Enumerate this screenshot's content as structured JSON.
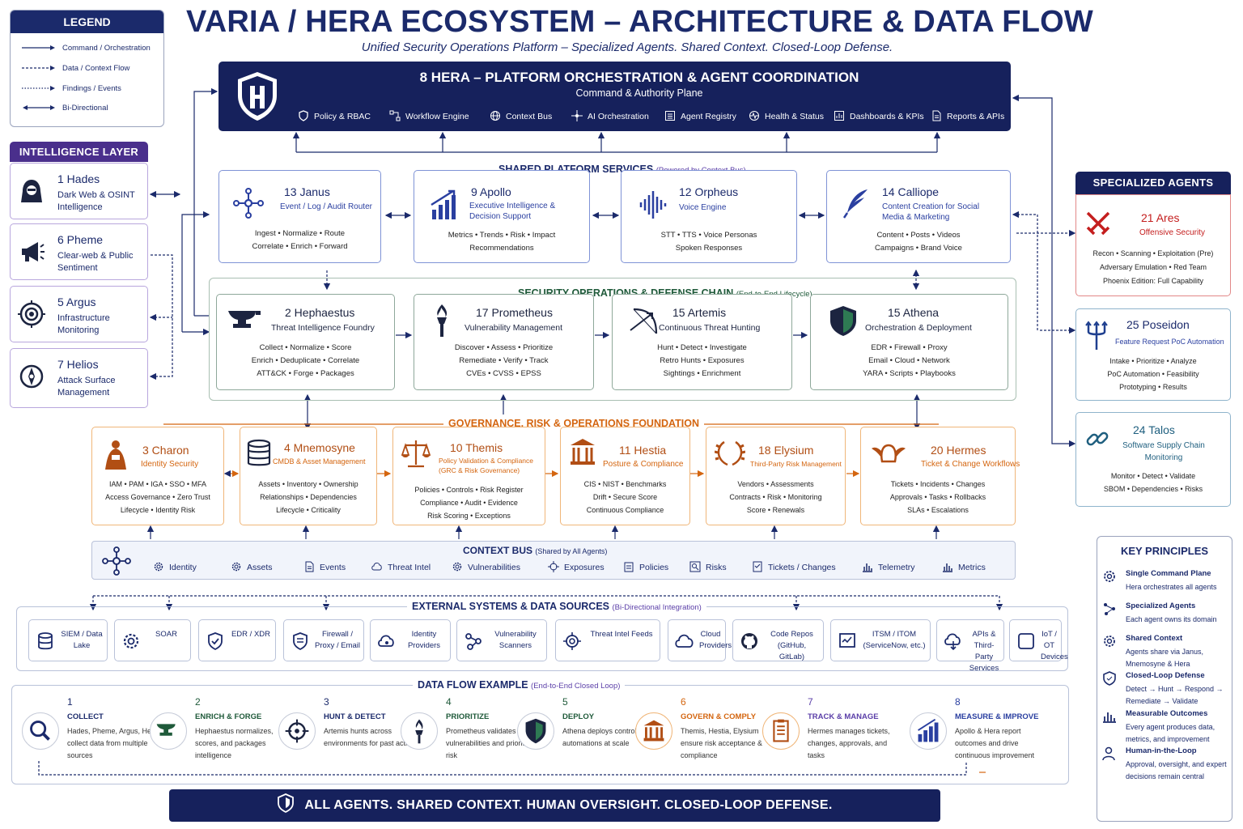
{
  "title": "VARIA / HERA ECOSYSTEM – ARCHITECTURE & DATA FLOW",
  "subtitle": "Unified Security Operations Platform – Specialized Agents. Shared Context. Closed-Loop Defense.",
  "legend": {
    "heading": "LEGEND",
    "items": [
      "Command / Orchestration",
      "Data / Context Flow",
      "Findings / Events",
      "Bi-Directional"
    ]
  },
  "intelligence": {
    "heading": "INTELLIGENCE LAYER",
    "cards": [
      {
        "name": "1  Hades",
        "desc": "Dark Web & OSINT Intelligence"
      },
      {
        "name": "6  Pheme",
        "desc": "Clear-web & Public Sentiment"
      },
      {
        "name": "5  Argus",
        "desc": "Infrastructure Monitoring"
      },
      {
        "name": "7  Helios",
        "desc": "Attack Surface Management"
      }
    ]
  },
  "hera": {
    "title": "8  HERA – PLATFORM ORCHESTRATION & AGENT COORDINATION",
    "subtitle": "Command & Authority Plane",
    "features": [
      "Policy & RBAC",
      "Workflow Engine",
      "Context Bus",
      "AI Orchestration",
      "Agent Registry",
      "Health & Status",
      "Dashboards & KPIs",
      "Reports & APIs"
    ]
  },
  "shared": {
    "label": "SHARED PLATFORM SERVICES",
    "note": "(Powered by Context Bus)",
    "cards": [
      {
        "name": "13  Janus",
        "sub": "Event / Log / Audit Router",
        "tags": [
          "Ingest  •  Normalize  •  Route",
          "Correlate  •  Enrich  •  Forward"
        ]
      },
      {
        "name": "9  Apollo",
        "sub": "Executive Intelligence & Decision Support",
        "tags": [
          "Metrics  •  Trends  •  Risk  •  Impact",
          "Recommendations"
        ]
      },
      {
        "name": "12  Orpheus",
        "sub": "Voice Engine",
        "tags": [
          "STT  •  TTS  •  Voice Personas",
          "Spoken Responses"
        ]
      },
      {
        "name": "14  Calliope",
        "sub": "Content Creation for Social Media & Marketing",
        "tags": [
          "Content  •  Posts  •  Videos",
          "Campaigns  •  Brand Voice"
        ]
      }
    ]
  },
  "secops": {
    "label": "SECURITY OPERATIONS & DEFENSE CHAIN",
    "note": "(End-to-End Lifecycle)",
    "cards": [
      {
        "name": "2  Hephaestus",
        "sub": "Threat Intelligence Foundry",
        "tags": [
          "Collect  •  Normalize  •  Score",
          "Enrich  •  Deduplicate  •  Correlate",
          "ATT&CK  •  Forge  •  Packages"
        ]
      },
      {
        "name": "17  Prometheus",
        "sub": "Vulnerability Management",
        "tags": [
          "Discover  •  Assess  •  Prioritize",
          "Remediate  •  Verify  •  Track",
          "CVEs  •  CVSS  •  EPSS"
        ]
      },
      {
        "name": "15  Artemis",
        "sub": "Continuous Threat Hunting",
        "tags": [
          "Hunt  •  Detect  •  Investigate",
          "Retro Hunts  •  Exposures",
          "Sightings  •  Enrichment"
        ]
      },
      {
        "name": "15  Athena",
        "sub": "Orchestration & Deployment",
        "tags": [
          "EDR  •  Firewall  •  Proxy",
          "Email  •  Cloud  •  Network",
          "YARA  •  Scripts  •  Playbooks"
        ]
      }
    ]
  },
  "governance": {
    "label": "GOVERNANCE, RISK & OPERATIONS FOUNDATION",
    "cards": [
      {
        "name": "3  Charon",
        "sub": "Identity Security",
        "tags": [
          "IAM  •  PAM  •  IGA  •  SSO  •  MFA",
          "Access Governance  •  Zero Trust",
          "Lifecycle  •  Identity Risk"
        ]
      },
      {
        "name": "4  Mnemosyne",
        "sub": "CMDB & Asset Management",
        "tags": [
          "Assets  •  Inventory  •  Ownership",
          "Relationships  •  Dependencies",
          "Lifecycle  •  Criticality"
        ]
      },
      {
        "name": "10  Themis",
        "sub": "Policy Validation & Compliance (GRC & Risk Governance)",
        "tags": [
          "Policies  •  Controls  •  Risk Register",
          "Compliance  •  Audit  •  Evidence",
          "Risk Scoring  •  Exceptions"
        ]
      },
      {
        "name": "11  Hestia",
        "sub": "Posture & Compliance",
        "tags": [
          "CIS  •  NIST  •  Benchmarks",
          "Drift  •  Secure Score",
          "Continuous Compliance"
        ]
      },
      {
        "name": "18  Elysium",
        "sub": "Third-Party Risk Management",
        "tags": [
          "Vendors  •  Assessments",
          "Contracts  •  Risk  •  Monitoring",
          "Score  •  Renewals"
        ]
      },
      {
        "name": "20  Hermes",
        "sub": "Ticket & Change Workflows",
        "tags": [
          "Tickets  •  Incidents  •  Changes",
          "Approvals  •  Tasks  •  Rollbacks",
          "SLAs  •  Escalations"
        ]
      }
    ]
  },
  "specialized": {
    "heading": "SPECIALIZED AGENTS",
    "cards": [
      {
        "name": "21  Ares",
        "sub": "Offensive Security",
        "tags": [
          "Recon  •  Scanning  •  Exploitation (Pre)",
          "Adversary Emulation  •  Red Team",
          "Phoenix Edition: Full Capability"
        ]
      },
      {
        "name": "25  Poseidon",
        "sub": "Feature Request PoC Automation",
        "tags": [
          "Intake  •  Prioritize  •  Analyze",
          "PoC Automation  •  Feasibility",
          "Prototyping  •  Results"
        ]
      },
      {
        "name": "24  Talos",
        "sub": "Software Supply Chain Monitoring",
        "tags": [
          "Monitor  •  Detect  •  Validate",
          "SBOM  •  Dependencies  •  Risks"
        ]
      }
    ]
  },
  "bus": {
    "label": "CONTEXT BUS",
    "note": "(Shared by All Agents)",
    "items": [
      "Identity",
      "Assets",
      "Events",
      "Threat Intel",
      "Vulnerabilities",
      "Exposures",
      "Policies",
      "Risks",
      "Tickets / Changes",
      "Telemetry",
      "Metrics"
    ]
  },
  "external": {
    "label": "EXTERNAL SYSTEMS & DATA SOURCES",
    "note": "(Bi-Directional Integration)",
    "items": [
      "SIEM / Data Lake",
      "SOAR",
      "EDR / XDR",
      "Firewall / Proxy / Email",
      "Identity Providers",
      "Vulnerability Scanners",
      "Threat Intel Feeds",
      "Cloud Providers",
      "Code Repos (GitHub, GitLab)",
      "ITSM / ITOM (ServiceNow, etc.)",
      "APIs & Third-Party Services",
      "IoT / OT Devices"
    ]
  },
  "dataflow": {
    "label": "DATA FLOW EXAMPLE",
    "note": "(End-to-End Closed Loop)",
    "steps": [
      {
        "num": "1",
        "head": "COLLECT",
        "desc": "Hades, Pheme, Argus, Helios collect data from multiple sources"
      },
      {
        "num": "2",
        "head": "ENRICH & FORGE",
        "desc": "Hephaestus normalizes, scores, and packages intelligence"
      },
      {
        "num": "3",
        "head": "HUNT & DETECT",
        "desc": "Artemis hunts across environments for past activity"
      },
      {
        "num": "4",
        "head": "PRIORITIZE",
        "desc": "Prometheus validates vulnerabilities and prioritizes risk"
      },
      {
        "num": "5",
        "head": "DEPLOY",
        "desc": "Athena deploys controls and automations at scale"
      },
      {
        "num": "6",
        "head": "GOVERN & COMPLY",
        "desc": "Themis, Hestia, Elysium ensure risk acceptance & compliance"
      },
      {
        "num": "7",
        "head": "TRACK & MANAGE",
        "desc": "Hermes manages tickets, changes, approvals, and tasks"
      },
      {
        "num": "8",
        "head": "MEASURE & IMPROVE",
        "desc": "Apollo & Hera report outcomes and drive continuous improvement"
      }
    ]
  },
  "principles": {
    "heading": "KEY PRINCIPLES",
    "items": [
      {
        "head": "Single Command Plane",
        "desc": "Hera orchestrates all agents"
      },
      {
        "head": "Specialized Agents",
        "desc": "Each agent owns its domain"
      },
      {
        "head": "Shared Context",
        "desc": "Agents share via Janus, Mnemosyne & Hera"
      },
      {
        "head": "Closed-Loop Defense",
        "desc": "Detect → Hunt → Respond → Remediate → Validate"
      },
      {
        "head": "Measurable Outcomes",
        "desc": "Every agent produces data, metrics, and improvement"
      },
      {
        "head": "Human-in-the-Loop",
        "desc": "Approval, oversight, and expert decisions remain central"
      }
    ]
  },
  "footer": "ALL AGENTS. SHARED CONTEXT. HUMAN OVERSIGHT. CLOSED-LOOP DEFENSE.",
  "colors": {
    "navy": "#1b2a6b",
    "purple": "#5b3fa8",
    "green": "#1f5a3a",
    "orange": "#d4650f",
    "red": "#c41e1e",
    "teal": "#1f5f7f"
  }
}
